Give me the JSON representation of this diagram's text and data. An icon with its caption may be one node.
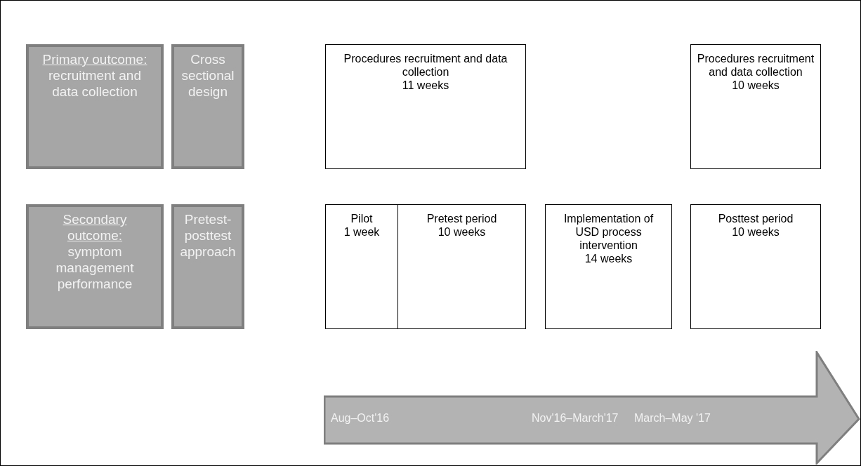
{
  "diagram": {
    "nodes": [
      {
        "text": [
          "Primary outcome:",
          "recruitment and data collection"
        ]
      },
      {
        "text": [
          "Cross sectional design"
        ]
      },
      {
        "text": [
          "Procedures recruitment and data collection",
          "11 weeks"
        ]
      },
      {
        "text": [
          "Procedures recruitment and data collection",
          "10 weeks"
        ]
      },
      {
        "text": [
          "Secondary outcome:",
          "symptom management performance"
        ]
      },
      {
        "text": [
          "Pretest-posttest approach"
        ]
      },
      {
        "text": [
          "Pilot",
          "1 week"
        ]
      },
      {
        "text": [
          "Pretest period",
          "10 weeks"
        ]
      },
      {
        "text": [
          "Implementation of USD process intervention",
          "14 weeks"
        ]
      },
      {
        "text": [
          "Posttest period",
          "10 weeks"
        ]
      },
      {
        "text": [
          "Aug–Oct'16",
          "Nov'16–March'17",
          "March–May '17"
        ]
      }
    ]
  }
}
